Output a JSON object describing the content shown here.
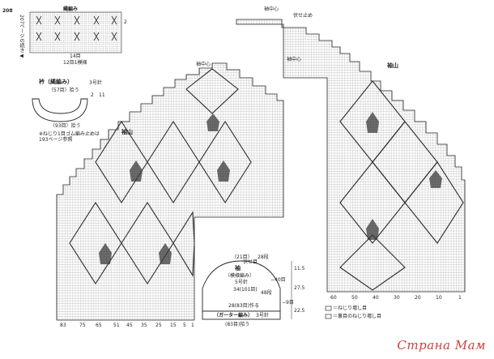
{
  "page": {
    "number": "208",
    "side_note": "207ページの続き◀"
  },
  "top_pattern": {
    "title": "縄編み",
    "row_label": "2",
    "stitch_label": "14目",
    "repeat_label": "12目1模様"
  },
  "collar": {
    "title": "衿（縄編み）",
    "needle": "3号針",
    "dim_top": "（57目）拾う",
    "dim_right1": "2",
    "dim_right2": "11",
    "dim_bottom": "（93目）拾う",
    "note": "※ねじり1目ゴム編み止めは\n193ページ参照"
  },
  "left_chart": {
    "title": "袖山",
    "center_label": "袖中心",
    "bottom_numbers": [
      "83",
      "75",
      "65",
      "51",
      "45",
      "35",
      "25",
      "15",
      "5",
      "1"
    ]
  },
  "right_chart": {
    "title": "袖山",
    "top_label1": "袖中心",
    "top_label2": "伏せ止め",
    "center_label": "袖中心",
    "bottom_numbers": [
      "60",
      "50",
      "40",
      "30",
      "20",
      "10",
      "1"
    ]
  },
  "sleeve": {
    "title": "袖",
    "pattern": "（模様編み）",
    "needle": "5号針",
    "border": "（ガーター編み）",
    "border_needle": "3号針",
    "dims": [
      "（21目）",
      "28段",
      "伏せ目",
      "34(101目)",
      "48段",
      "28(83目)作る",
      "(83目)拾う",
      "11.5",
      "27.5",
      "22.5",
      "−9目",
      "−40目"
    ]
  },
  "legend": {
    "items": [
      "＝ねじり増し目",
      "＝裏目のねじり増し目"
    ]
  },
  "watermark": "Страна Мам"
}
